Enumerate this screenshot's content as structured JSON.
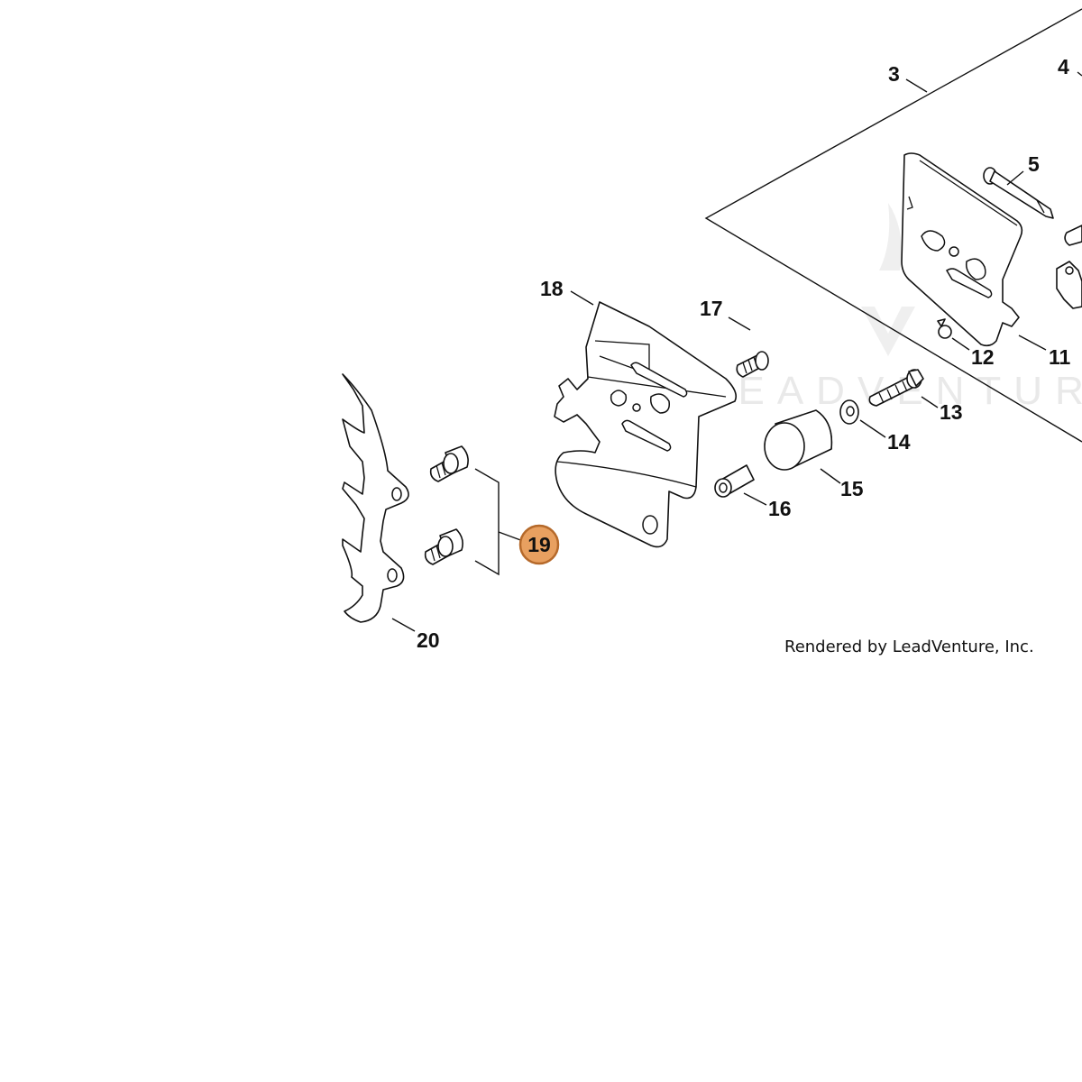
{
  "diagram": {
    "watermark_text": "LEADVENTURE",
    "credit": "Rendered by LeadVenture, Inc.",
    "highlight_color": "#e8a060",
    "highlight_stroke": "#b5692a",
    "callouts": [
      {
        "id": "3",
        "label": "3"
      },
      {
        "id": "4",
        "label": "4"
      },
      {
        "id": "5",
        "label": "5"
      },
      {
        "id": "11",
        "label": "11"
      },
      {
        "id": "12",
        "label": "12"
      },
      {
        "id": "13",
        "label": "13"
      },
      {
        "id": "14",
        "label": "14"
      },
      {
        "id": "15",
        "label": "15"
      },
      {
        "id": "16",
        "label": "16"
      },
      {
        "id": "17",
        "label": "17"
      },
      {
        "id": "18",
        "label": "18"
      },
      {
        "id": "19",
        "label": "19",
        "highlighted": true
      },
      {
        "id": "20",
        "label": "20"
      }
    ]
  }
}
